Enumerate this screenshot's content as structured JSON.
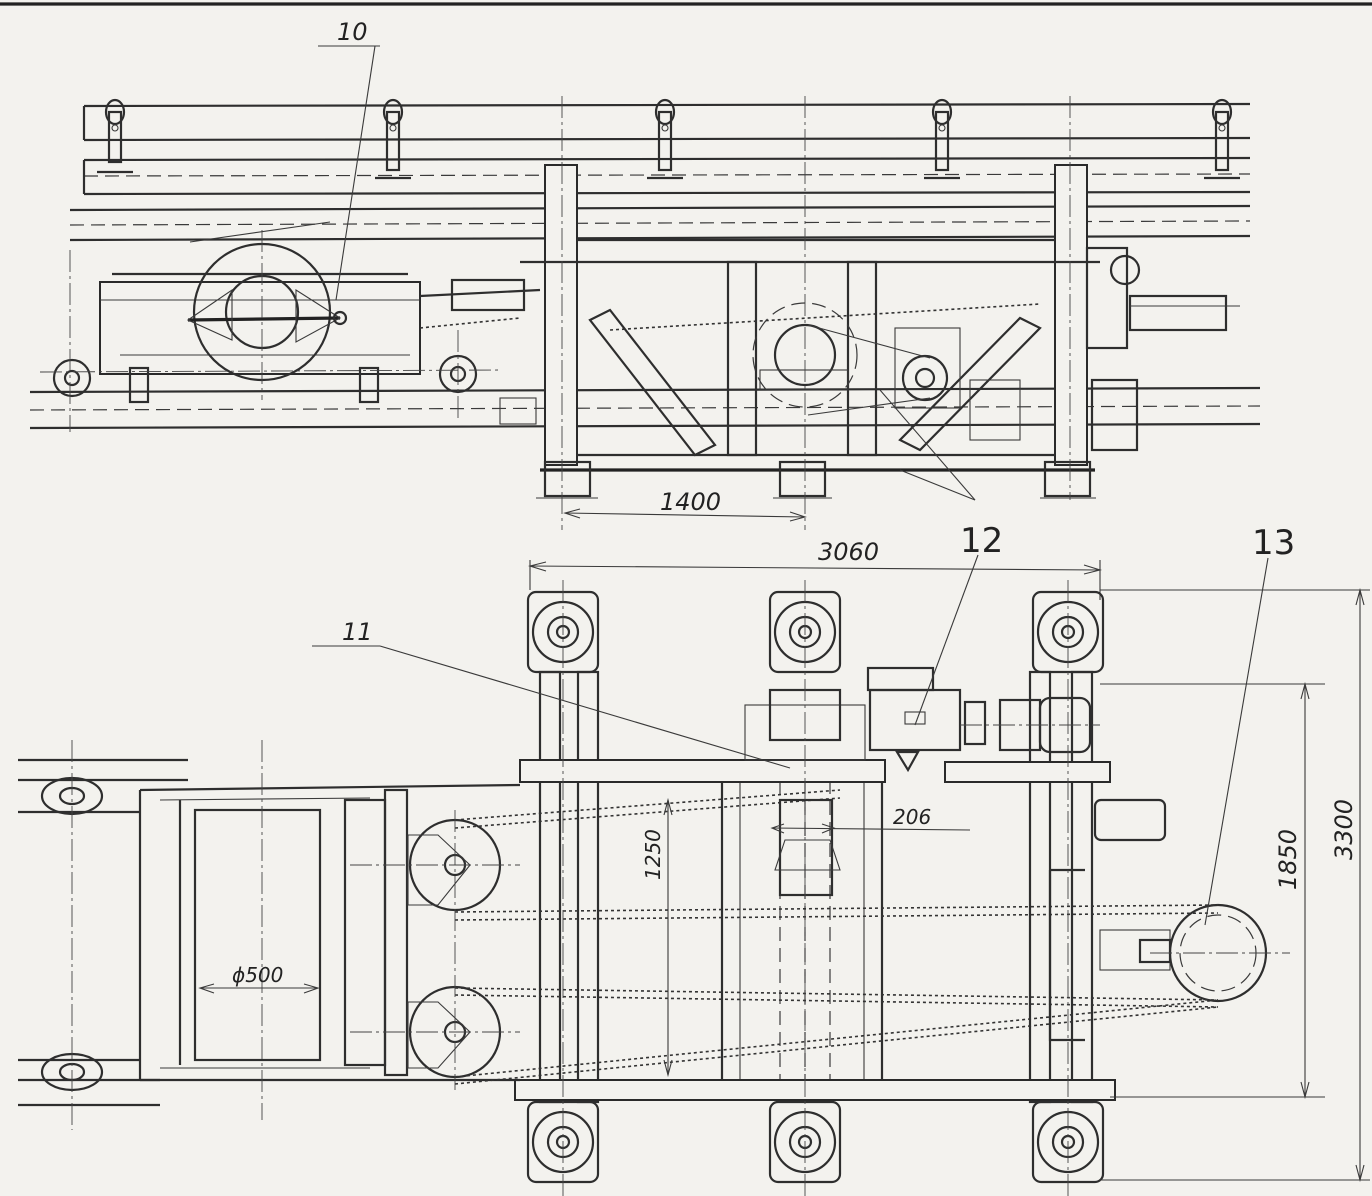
{
  "callouts": {
    "c10": "10",
    "c11": "11",
    "c12": "12",
    "c13": "13"
  },
  "dimensions": {
    "d1400": "1400",
    "d3060": "3060",
    "d1250": "1250",
    "d206": "206",
    "d500": "ϕ500",
    "d1850": "1850",
    "d3300": "3300"
  }
}
